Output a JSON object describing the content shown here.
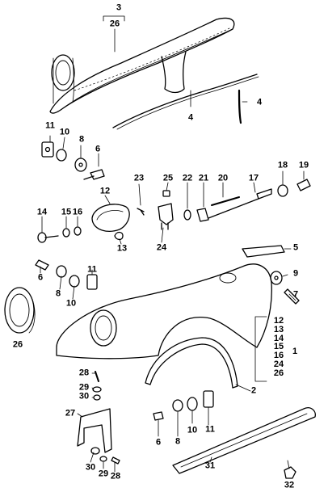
{
  "callouts": {
    "c3": "3",
    "c26a": "26",
    "c4a": "4",
    "c4b": "4",
    "c11a": "11",
    "c10a": "10",
    "c8a": "8",
    "c6a": "6",
    "c23": "23",
    "c25": "25",
    "c22": "22",
    "c21": "21",
    "c20": "20",
    "c17": "17",
    "c18": "18",
    "c19": "19",
    "c12a": "12",
    "c13": "13",
    "c24": "24",
    "c14": "14",
    "c15": "15",
    "c16": "16",
    "c5": "5",
    "c9": "9",
    "c7": "7",
    "c6b": "6",
    "c8b": "8",
    "c10b": "10",
    "c11b": "11",
    "c26b": "26",
    "c2": "2",
    "c28a": "28",
    "c29a": "29",
    "c30a": "30",
    "c27": "27",
    "c30b": "30",
    "c29b": "29",
    "c28b": "28",
    "c6c": "6",
    "c8c": "8",
    "c10c": "10",
    "c11c": "11",
    "c31": "31",
    "c32": "32"
  },
  "group_list": {
    "items": [
      "12",
      "13",
      "14",
      "15",
      "16",
      "24",
      "26"
    ],
    "group_label": "1"
  }
}
